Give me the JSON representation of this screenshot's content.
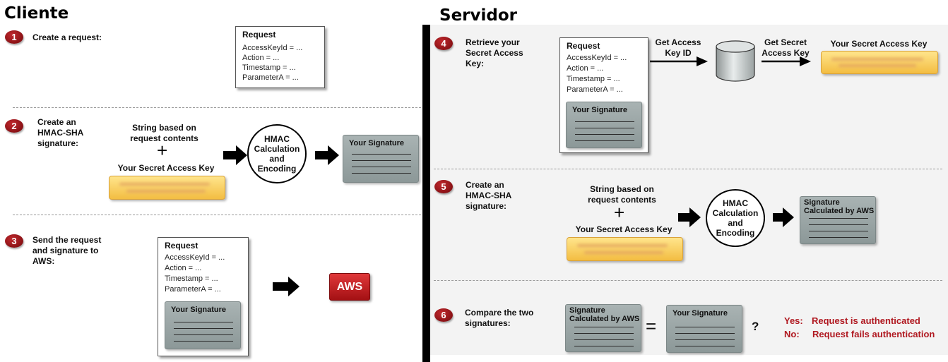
{
  "client": {
    "title": "Cliente",
    "steps": [
      {
        "num": "1",
        "text": "Create a request:"
      },
      {
        "num": "2",
        "text": "Create an\nHMAC-SHA\nsignature:"
      },
      {
        "num": "3",
        "text": "Send the request\nand signature to\nAWS:"
      }
    ],
    "request": {
      "title": "Request",
      "lines": [
        "AccessKeyId = ...",
        "Action = ...",
        "Timestamp = ...",
        "ParameterA = ..."
      ]
    },
    "string_based": "String based on\nrequest contents",
    "secret_key_label": "Your Secret Access Key",
    "hmac": "HMAC\nCalculation\nand\nEncoding",
    "your_signature": "Your Signature",
    "aws": "AWS"
  },
  "server": {
    "title": "Servidor",
    "steps": [
      {
        "num": "4",
        "text": "Retrieve your\nSecret Access\nKey:"
      },
      {
        "num": "5",
        "text": "Create an\nHMAC-SHA\nsignature:"
      },
      {
        "num": "6",
        "text": "Compare the two\nsignatures:"
      }
    ],
    "get_access_key_id": "Get Access\nKey ID",
    "get_secret_access_key": "Get Secret\nAccess Key",
    "your_secret_access_key": "Your Secret Access Key",
    "signature_calculated": "Signature\nCalculated by AWS",
    "equals": "=",
    "question": "?",
    "yes_label": "Yes:",
    "yes_text": "Request is authenticated",
    "no_label": "No:",
    "no_text": "Request fails authentication"
  },
  "colors": {
    "step_badge": "#8a1216",
    "key_bar": "#f3bd42",
    "signature_box": "#9aa5a5",
    "aws_button": "#c0282d",
    "result_text": "#b01820"
  }
}
